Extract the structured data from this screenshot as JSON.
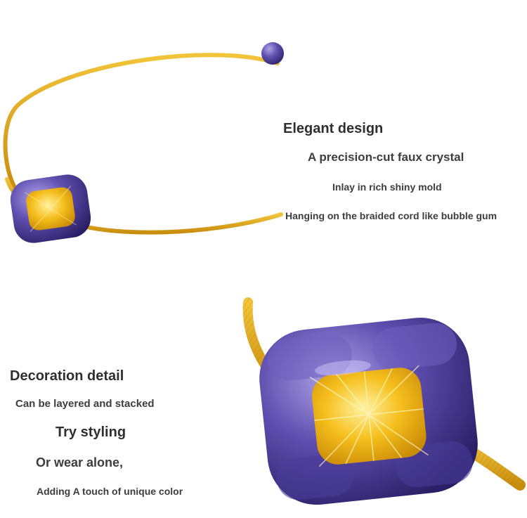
{
  "top_section": {
    "heading": "Elegant design",
    "line1": "A precision-cut faux crystal",
    "line2": "Inlay in rich shiny mold",
    "line3": "Hanging on the braided cord like bubble gum"
  },
  "bottom_section": {
    "heading": "Decoration detail",
    "line1": "Can be layered and stacked",
    "line2": "Try styling",
    "line3": "Or wear alone,",
    "line4": "Adding A touch of unique color"
  },
  "colors": {
    "cord": "#e0a818",
    "setting": "#5a4aa8",
    "crystal": "#f6c21e",
    "background": "#ffffff"
  }
}
